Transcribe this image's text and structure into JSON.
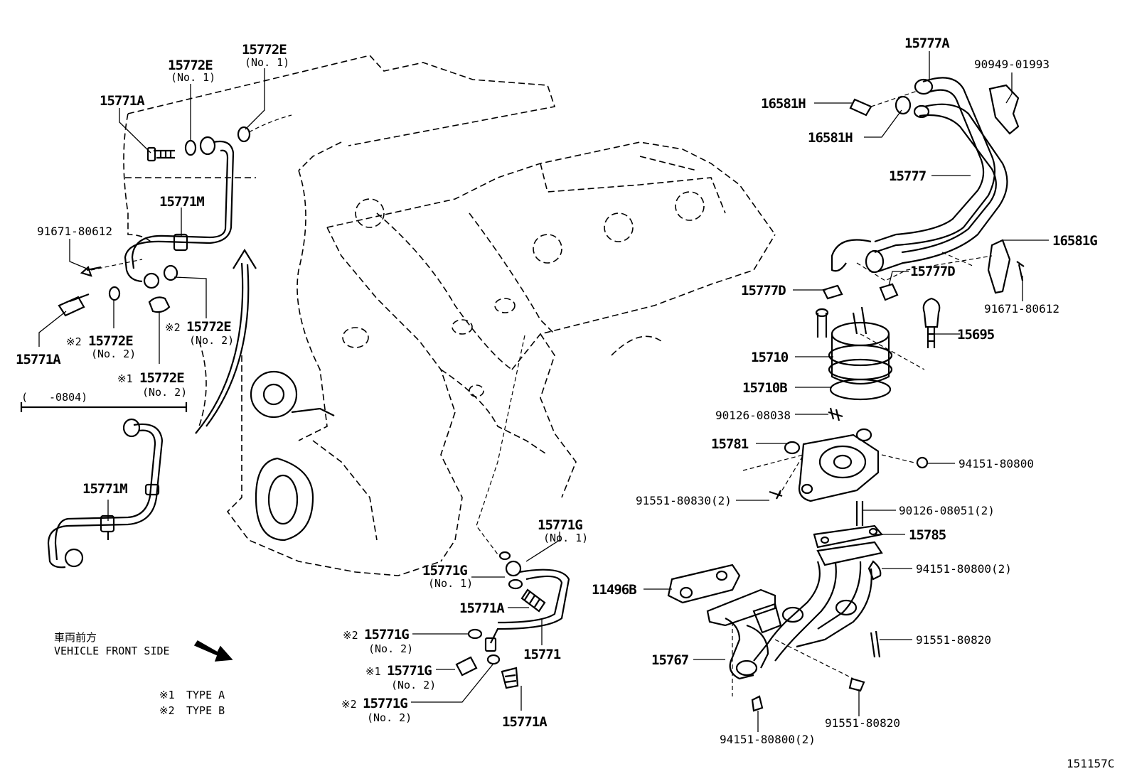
{
  "labels": [
    {
      "id": "p15772e-top-right",
      "text": "15772E",
      "sub": "(No. 1)"
    },
    {
      "id": "p15772e-top-left",
      "text": "15772E",
      "sub": "(No. 1)"
    },
    {
      "id": "p15771a-top",
      "text": "15771A"
    },
    {
      "id": "p15771m-top",
      "text": "15771M"
    },
    {
      "id": "p91671-left",
      "text": "91671-80612"
    },
    {
      "id": "p15771a-left",
      "text": "15771A"
    },
    {
      "id": "p15772e-no2-a",
      "text": "15772E",
      "mark": "※2",
      "sub": "(No. 2)"
    },
    {
      "id": "p15772e-no2-b",
      "text": "15772E",
      "mark": "※2",
      "sub": "(No. 2)"
    },
    {
      "id": "p15772e-no2-c",
      "text": "15772E",
      "mark": "※1",
      "sub": "(No. 2)"
    },
    {
      "id": "p15771m-lower",
      "text": "15771M"
    },
    {
      "id": "p15777a",
      "text": "15777A"
    },
    {
      "id": "p90949",
      "text": "90949-01993"
    },
    {
      "id": "p16581h-a",
      "text": "16581H"
    },
    {
      "id": "p16581h-b",
      "text": "16581H"
    },
    {
      "id": "p15777",
      "text": "15777"
    },
    {
      "id": "p16581g",
      "text": "16581G"
    },
    {
      "id": "p91671-right",
      "text": "91671-80612"
    },
    {
      "id": "p15777d-left",
      "text": "15777D"
    },
    {
      "id": "p15777d-right",
      "text": "15777D"
    },
    {
      "id": "p15695",
      "text": "15695"
    },
    {
      "id": "p15710",
      "text": "15710"
    },
    {
      "id": "p15710b",
      "text": "15710B"
    },
    {
      "id": "p90126-08038",
      "text": "90126-08038"
    },
    {
      "id": "p15781",
      "text": "15781"
    },
    {
      "id": "p94151-a",
      "text": "94151-80800"
    },
    {
      "id": "p91551-80830",
      "text": "91551-80830(2)"
    },
    {
      "id": "p90126-08051",
      "text": "90126-08051(2)"
    },
    {
      "id": "p15785",
      "text": "15785"
    },
    {
      "id": "p94151-b",
      "text": "94151-80800(2)"
    },
    {
      "id": "p11496b",
      "text": "11496B"
    },
    {
      "id": "p91551-80820-a",
      "text": "91551-80820"
    },
    {
      "id": "p15767",
      "text": "15767"
    },
    {
      "id": "p91551-80820-b",
      "text": "91551-80820"
    },
    {
      "id": "p94151-c",
      "text": "94151-80800(2)"
    },
    {
      "id": "p15771g-a",
      "text": "15771G",
      "sub": "(No. 1)"
    },
    {
      "id": "p15771g-b",
      "text": "15771G",
      "sub": "(No. 1)"
    },
    {
      "id": "p15771a-bottom",
      "text": "15771A"
    },
    {
      "id": "p15771g-c",
      "text": "15771G",
      "mark": "※2",
      "sub": "(No. 2)"
    },
    {
      "id": "p15771",
      "text": "15771"
    },
    {
      "id": "p15771g-d",
      "text": "15771G",
      "mark": "※1",
      "sub": "(No. 2)"
    },
    {
      "id": "p15771g-e",
      "text": "15771G",
      "mark": "※2",
      "sub": "(No. 2)"
    },
    {
      "id": "p15771a-bottom2",
      "text": "15771A"
    }
  ],
  "bracket_note": "(　　-0804)",
  "vehicle_front": {
    "jp": "車両前方",
    "en": "VEHICLE FRONT SIDE"
  },
  "legend": [
    {
      "mark": "※1",
      "text": "TYPE A"
    },
    {
      "mark": "※2",
      "text": "TYPE B"
    }
  ],
  "figure_code": "151157C"
}
